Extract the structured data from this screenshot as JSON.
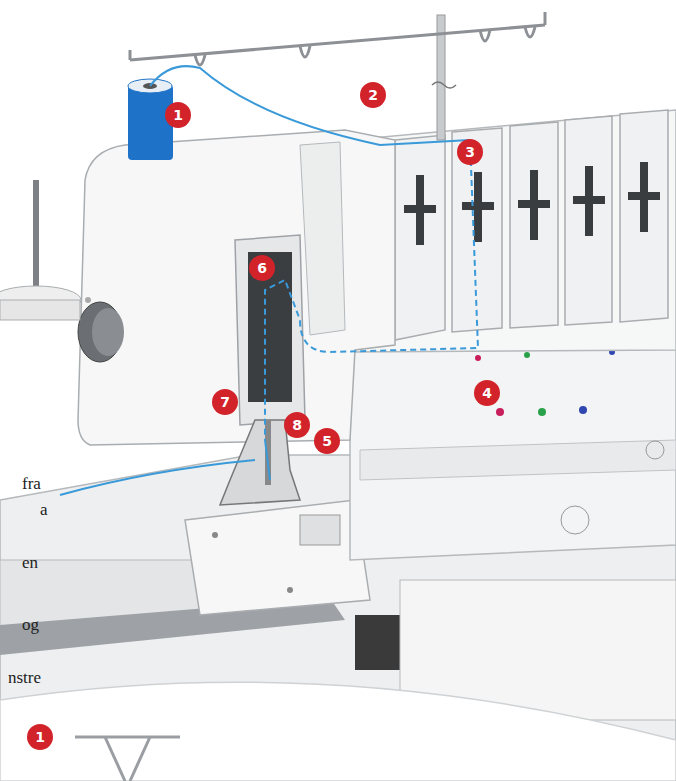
{
  "diagram": {
    "nodes": [
      {
        "text": [
          "1"
        ]
      },
      {
        "text": [
          "2"
        ]
      },
      {
        "text": [
          "3"
        ]
      },
      {
        "text": [
          "4"
        ]
      },
      {
        "text": [
          "5"
        ]
      },
      {
        "text": [
          "6"
        ]
      },
      {
        "text": [
          "7"
        ]
      },
      {
        "text": [
          "8"
        ]
      },
      {
        "text": [
          "1"
        ]
      }
    ],
    "labels": [
      "fra",
      "a",
      "en",
      "og",
      "nstre"
    ]
  }
}
